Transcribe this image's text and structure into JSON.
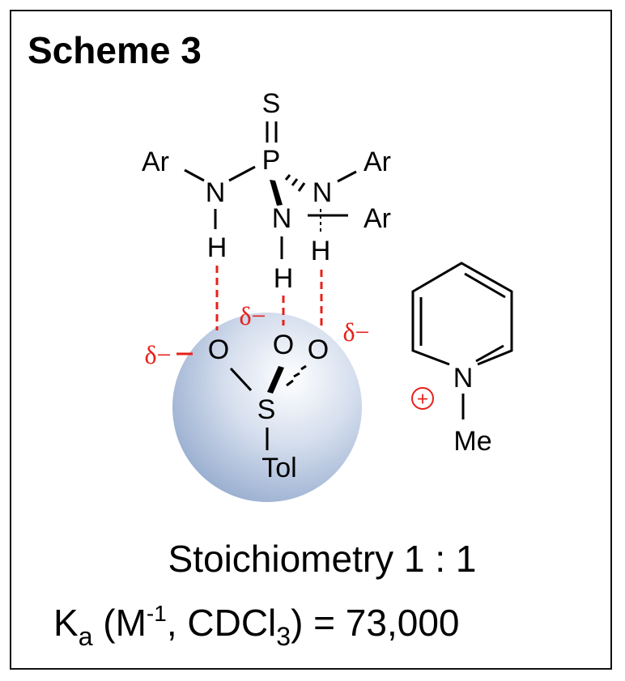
{
  "title": "Scheme 3",
  "receptor": {
    "S": "S",
    "P": "P",
    "N_left": "N",
    "N_right": "N",
    "N_mid": "N",
    "H_left": "H",
    "H_mid": "H",
    "H_right": "H",
    "Ar_left": "Ar",
    "Ar_right_top": "Ar",
    "Ar_right_bottom": "Ar"
  },
  "anion": {
    "O_left": "O",
    "O_mid": "O",
    "O_right": "O",
    "S": "S",
    "Tol": "Tol",
    "delta_left": "δ−",
    "delta_mid": "δ−",
    "delta_right": "δ−"
  },
  "cation": {
    "N": "N",
    "Me": "Me",
    "charge": "+"
  },
  "stoichiometry": "Stoichiometry 1 : 1",
  "ka": {
    "K": "K",
    "sub_a": "a",
    "open": " (M",
    "sup": "-1",
    "mid": ", CDCl",
    "sub3": "3",
    "close": ") = 73,000"
  },
  "colors": {
    "hbond": "#e8201a",
    "sphere": "#a9bcd8"
  }
}
